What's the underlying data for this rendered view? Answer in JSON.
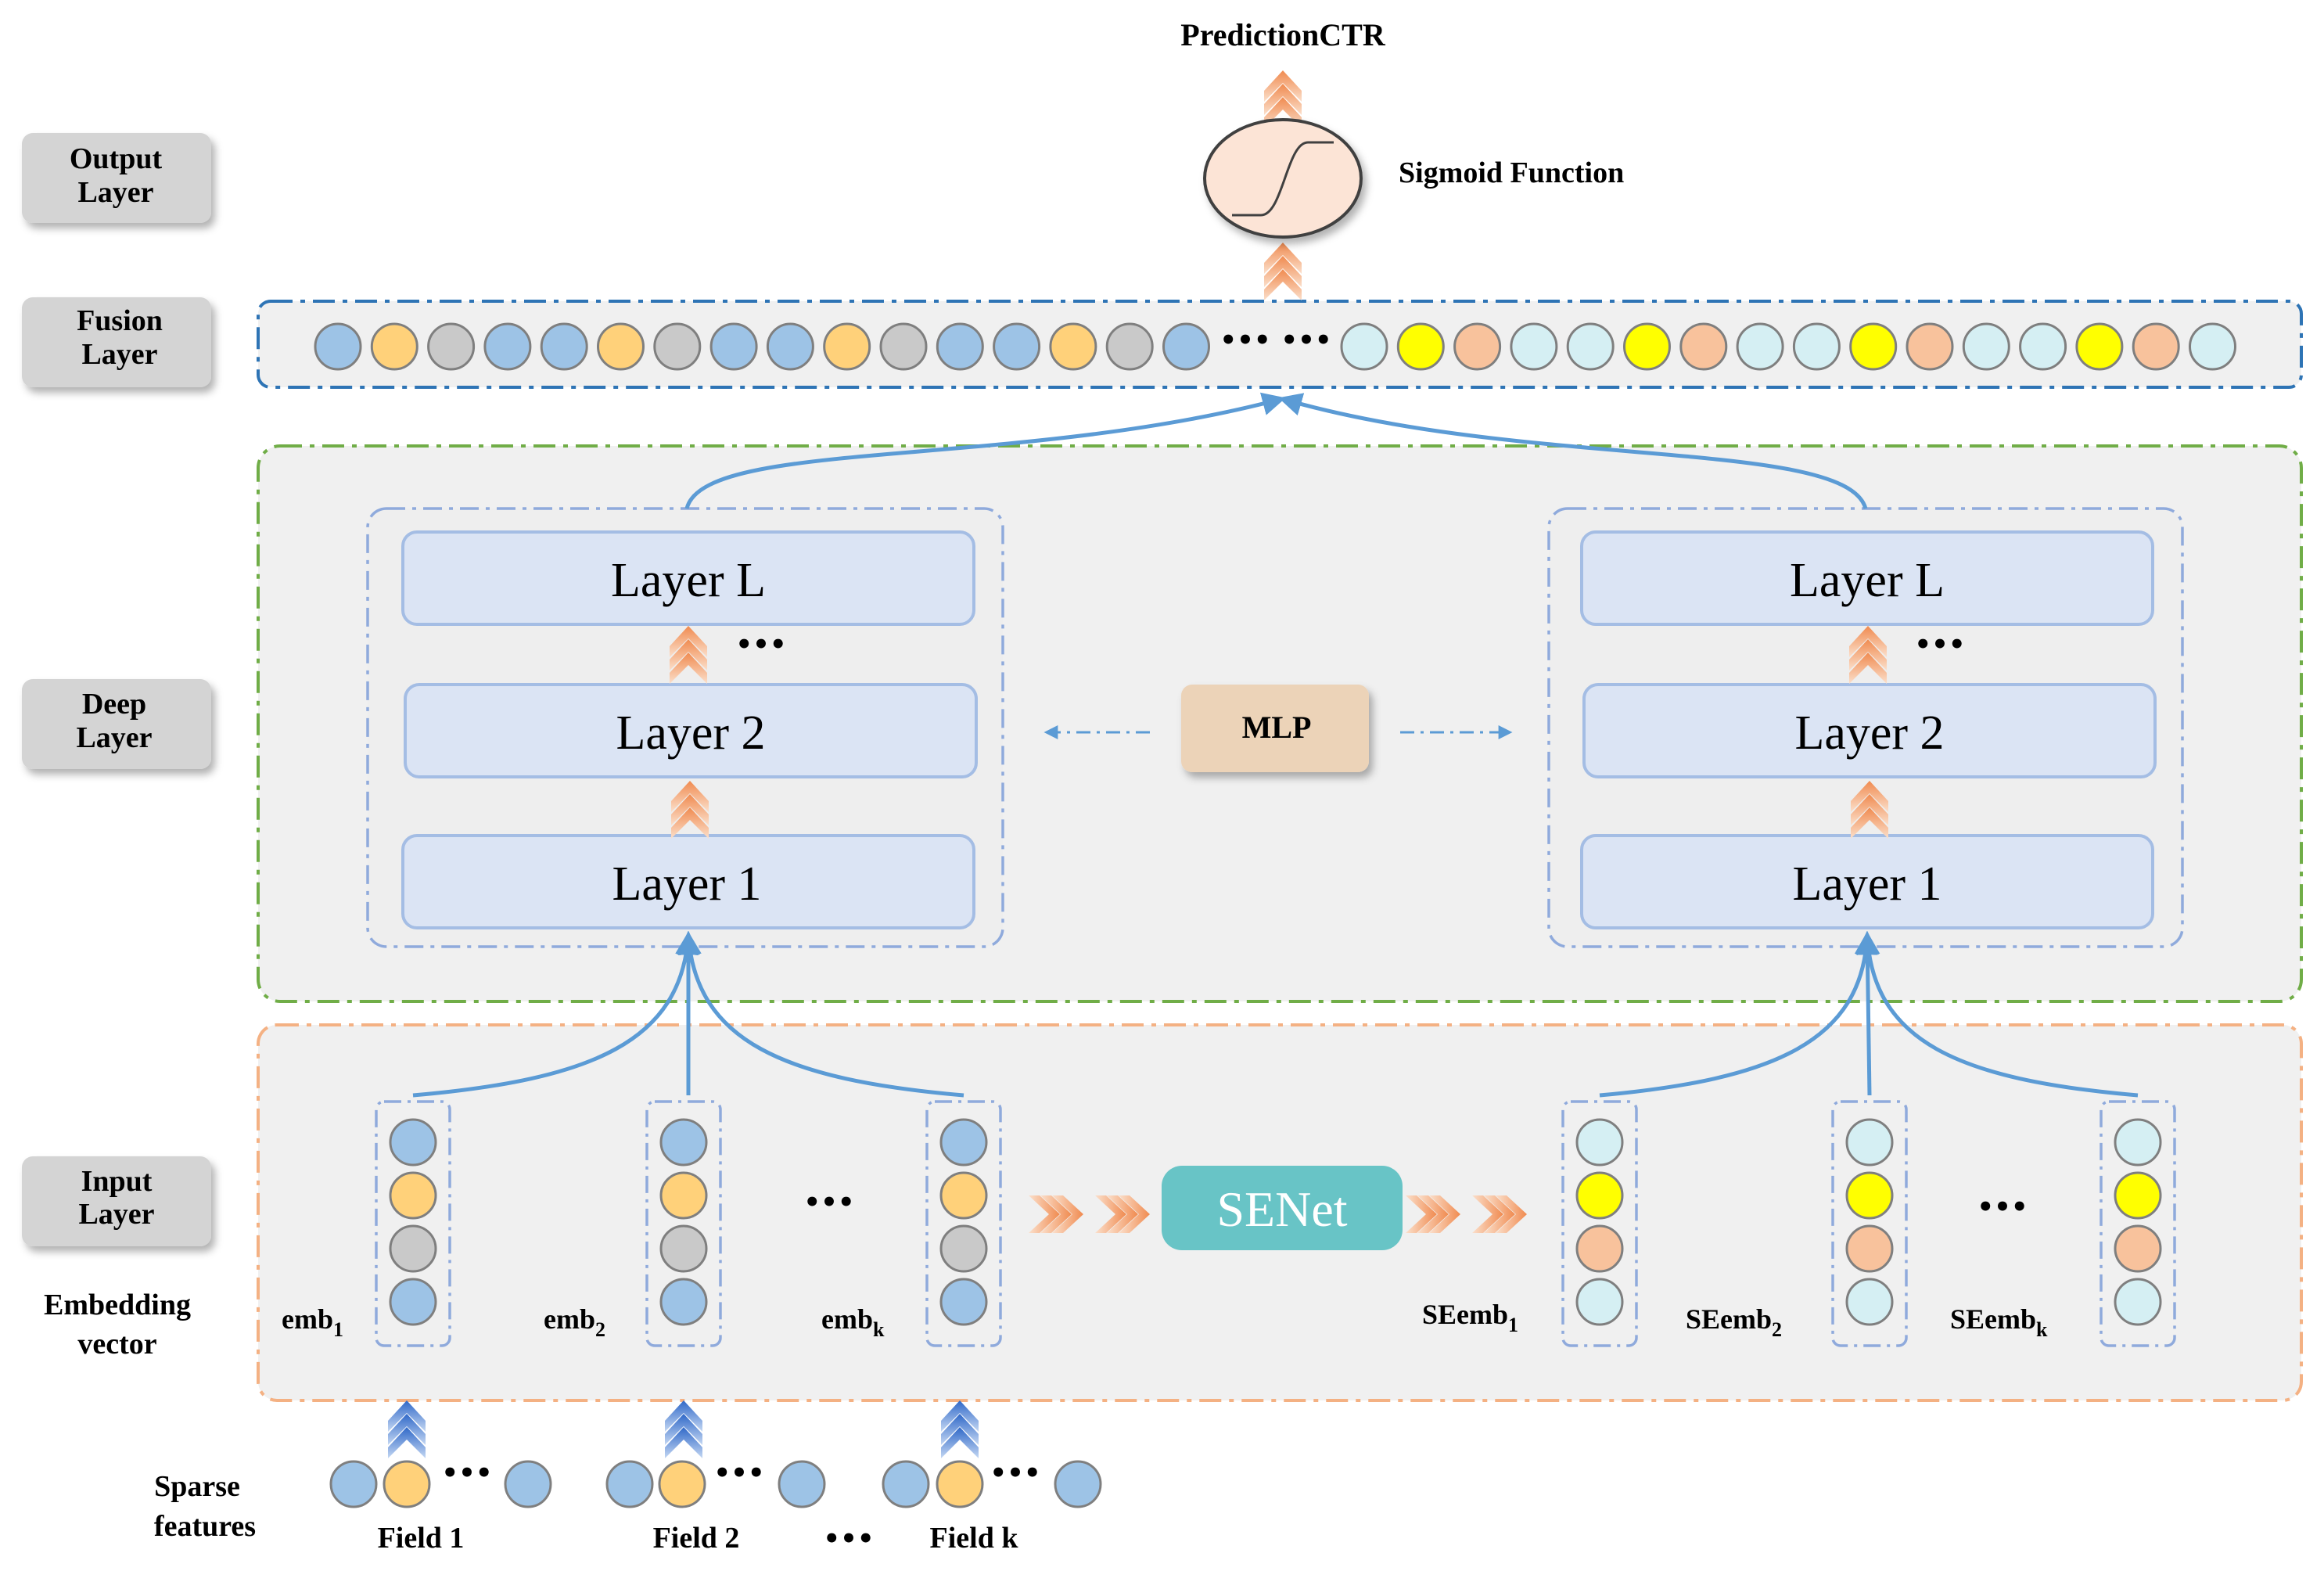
{
  "title": "PredictionCTR",
  "sigmoid_label": "Sigmoid Function",
  "mlp_label": "MLP",
  "senet_label": "SENet",
  "side_labels": {
    "output": [
      "Output",
      "Layer"
    ],
    "fusion": [
      "Fusion",
      "Layer"
    ],
    "deep": [
      "Deep",
      "Layer"
    ],
    "input": [
      "Input",
      "Layer"
    ]
  },
  "embedding_vector_label": [
    "Embedding",
    "vector"
  ],
  "sparse_features_label": [
    "Sparse",
    "features"
  ],
  "ellipsis": "•••",
  "deep_layers": [
    "Layer L",
    "Layer 2",
    "Layer 1"
  ],
  "emb_labels": [
    {
      "base": "emb",
      "sub": "1"
    },
    {
      "base": "emb",
      "sub": "2"
    },
    {
      "base": "emb",
      "sub": "k"
    }
  ],
  "seemb_labels": [
    {
      "base": "SEemb",
      "sub": "1"
    },
    {
      "base": "SEemb",
      "sub": "2"
    },
    {
      "base": "SEemb",
      "sub": "k"
    }
  ],
  "field_labels": [
    "Field 1",
    "Field 2",
    "Field k"
  ],
  "colors": {
    "blue": "#9dc3e6",
    "orange": "#ffd17a",
    "gray": "#c9c9c9",
    "light_cyan": "#d5eff3",
    "yellow": "#ffff00",
    "salmon": "#f8c29c",
    "senet": "#68c4c6",
    "mlp": "#ecd3b8",
    "layer_box": "#dbe4f4",
    "arrow_blue": "#5b9bd5",
    "arrow_orange": "#f4a06a"
  },
  "fusion_left_colors": [
    "blue",
    "orange",
    "gray",
    "blue",
    "blue",
    "orange",
    "gray",
    "blue",
    "blue",
    "orange",
    "gray",
    "blue",
    "blue",
    "orange",
    "gray",
    "blue"
  ],
  "fusion_right_colors": [
    "light_cyan",
    "yellow",
    "salmon",
    "light_cyan",
    "light_cyan",
    "yellow",
    "salmon",
    "light_cyan",
    "light_cyan",
    "yellow",
    "salmon",
    "light_cyan",
    "light_cyan",
    "yellow",
    "salmon",
    "light_cyan"
  ],
  "emb_column_colors": [
    "blue",
    "orange",
    "gray",
    "blue"
  ],
  "seemb_column_colors": [
    "light_cyan",
    "yellow",
    "salmon",
    "light_cyan"
  ],
  "field_colors": [
    "blue",
    "orange",
    "blue"
  ]
}
